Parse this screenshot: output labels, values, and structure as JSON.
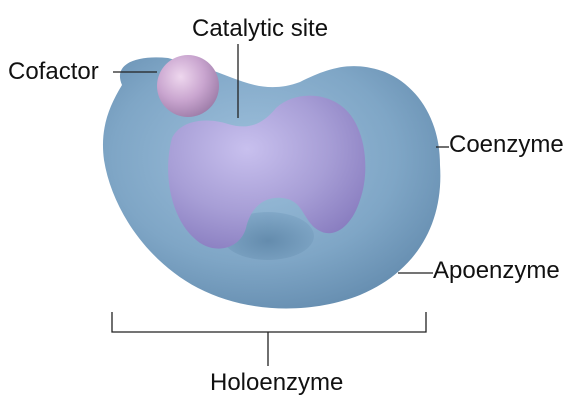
{
  "labels": {
    "catalytic_site": "Catalytic site",
    "cofactor": "Cofactor",
    "coenzyme": "Coenzyme",
    "apoenzyme": "Apoenzyme",
    "holoenzyme": "Holoenzyme"
  },
  "colors": {
    "apoenzyme": "#7FA6C6",
    "coenzyme": "#A79ED6",
    "cofactor": "#C9A5CF",
    "line": "#222222"
  }
}
